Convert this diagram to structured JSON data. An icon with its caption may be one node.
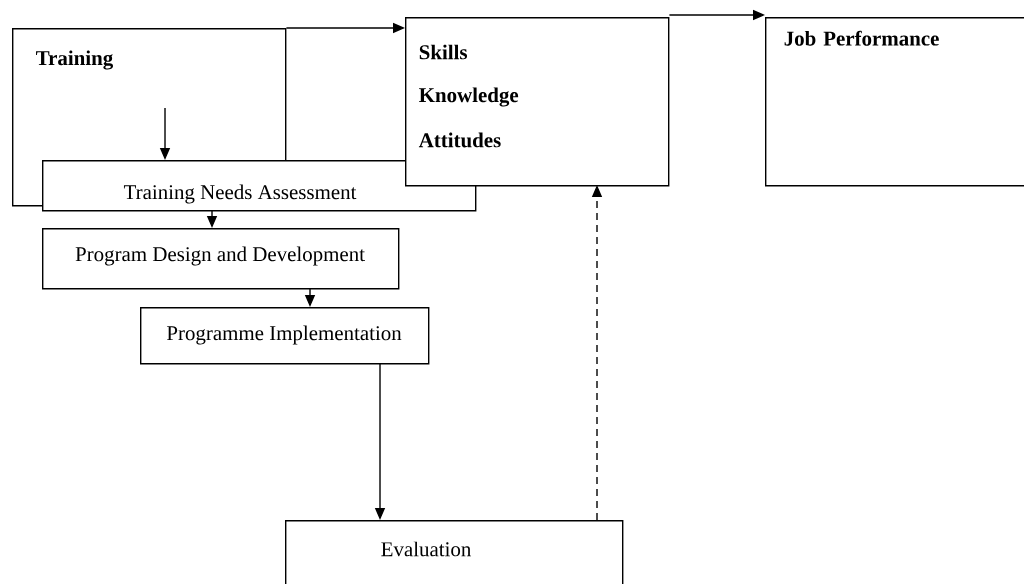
{
  "diagram": {
    "nodes": [
      {
        "text": [
          "Training"
        ]
      },
      {
        "text": [
          "Training Needs Assessment"
        ]
      },
      {
        "text": [
          "Skills",
          "Knowledge",
          "Attitudes"
        ]
      },
      {
        "text": [
          "Job Performance"
        ]
      },
      {
        "text": [
          "Program Design and Development"
        ]
      },
      {
        "text": [
          "Programme Implementation"
        ]
      },
      {
        "text": [
          "Evaluation"
        ]
      }
    ],
    "edges": [
      {
        "from": 0,
        "to": 1,
        "arrow": "to"
      },
      {
        "from": 0,
        "to": 2,
        "arrow": "to"
      },
      {
        "from": 2,
        "to": 3,
        "arrow": "to"
      },
      {
        "from": 1,
        "to": 4,
        "arrow": "to"
      },
      {
        "from": 4,
        "to": 5,
        "arrow": "to"
      },
      {
        "from": 5,
        "to": 6,
        "arrow": "to"
      },
      {
        "from": 6,
        "to": 2,
        "arrow": "to",
        "style": "dashed"
      }
    ]
  }
}
